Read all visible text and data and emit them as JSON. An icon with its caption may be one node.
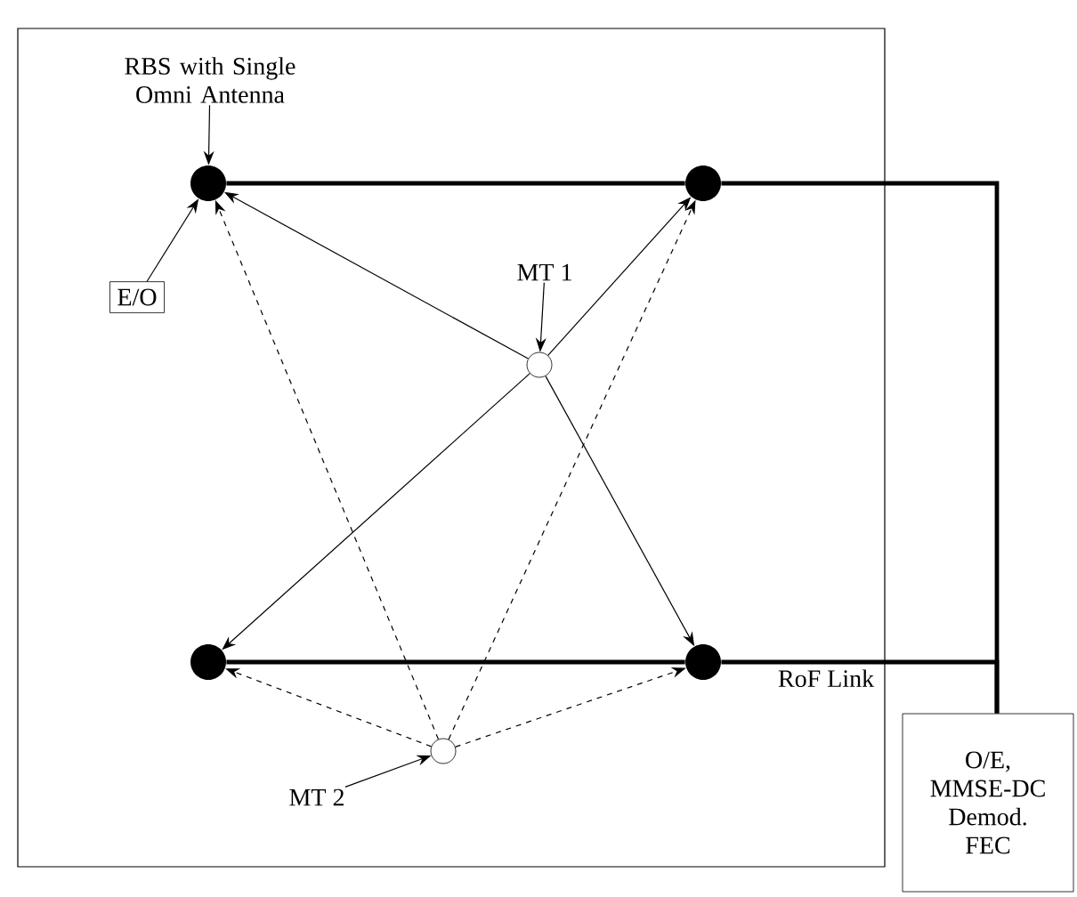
{
  "diagram": {
    "nodes": [
      {
        "text": [
          "RBS with Single Omni Antenna"
        ]
      },
      {
        "text": [
          "E/O"
        ]
      },
      {
        "text": [],
        "shape": "circle"
      },
      {
        "text": [],
        "shape": "circle"
      },
      {
        "text": [],
        "shape": "circle"
      },
      {
        "text": [],
        "shape": "circle"
      },
      {
        "text": [
          "MT 1"
        ]
      },
      {
        "text": [],
        "shape": "circle"
      },
      {
        "text": [
          "MT 2"
        ]
      },
      {
        "text": [],
        "shape": "circle"
      },
      {
        "text": [
          "O/E, MMSE-DC Demod. FEC"
        ]
      }
    ],
    "edges": [
      {
        "from": 0,
        "to": 2,
        "arrow": "to"
      },
      {
        "from": 1,
        "to": 2,
        "arrow": "to"
      },
      {
        "from": 6,
        "to": 7,
        "arrow": "to"
      },
      {
        "from": 8,
        "to": 9,
        "arrow": "to"
      },
      {
        "from": 7,
        "to": 2,
        "arrow": "to"
      },
      {
        "from": 7,
        "to": 3,
        "arrow": "to"
      },
      {
        "from": 7,
        "to": 4,
        "arrow": "to"
      },
      {
        "from": 7,
        "to": 5,
        "arrow": "to"
      },
      {
        "from": 9,
        "to": 2,
        "arrow": "to",
        "style": "dashed"
      },
      {
        "from": 9,
        "to": 3,
        "arrow": "to",
        "style": "dashed"
      },
      {
        "from": 9,
        "to": 4,
        "arrow": "to",
        "style": "dashed"
      },
      {
        "from": 9,
        "to": 5,
        "arrow": "to",
        "style": "dashed"
      },
      {
        "from": 2,
        "to": 3,
        "arrow": "none",
        "style": "thick"
      },
      {
        "from": 3,
        "to": 10,
        "arrow": "none",
        "style": "thick"
      },
      {
        "from": 4,
        "to": 5,
        "arrow": "none",
        "style": "thick"
      },
      {
        "from": 5,
        "to": 10,
        "arrow": "none",
        "style": "thick",
        "label": "RoF Link"
      }
    ]
  }
}
